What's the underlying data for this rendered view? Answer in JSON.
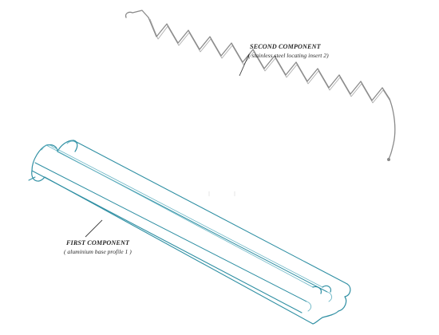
{
  "components": {
    "second": {
      "title": "SECOND COMPONENT",
      "subtitle": "( stainless steel locating insert 2)"
    },
    "first": {
      "title": "FIRST COMPONENT",
      "subtitle": "( aluminium base profile 1 )"
    }
  },
  "colors": {
    "profile_outline": "#2f8fa3",
    "profile_inner": "#6cb7c6",
    "wire": "#8a8a8a",
    "label_text": "#2a2a2a",
    "leader_line": "#3a3a3a"
  }
}
